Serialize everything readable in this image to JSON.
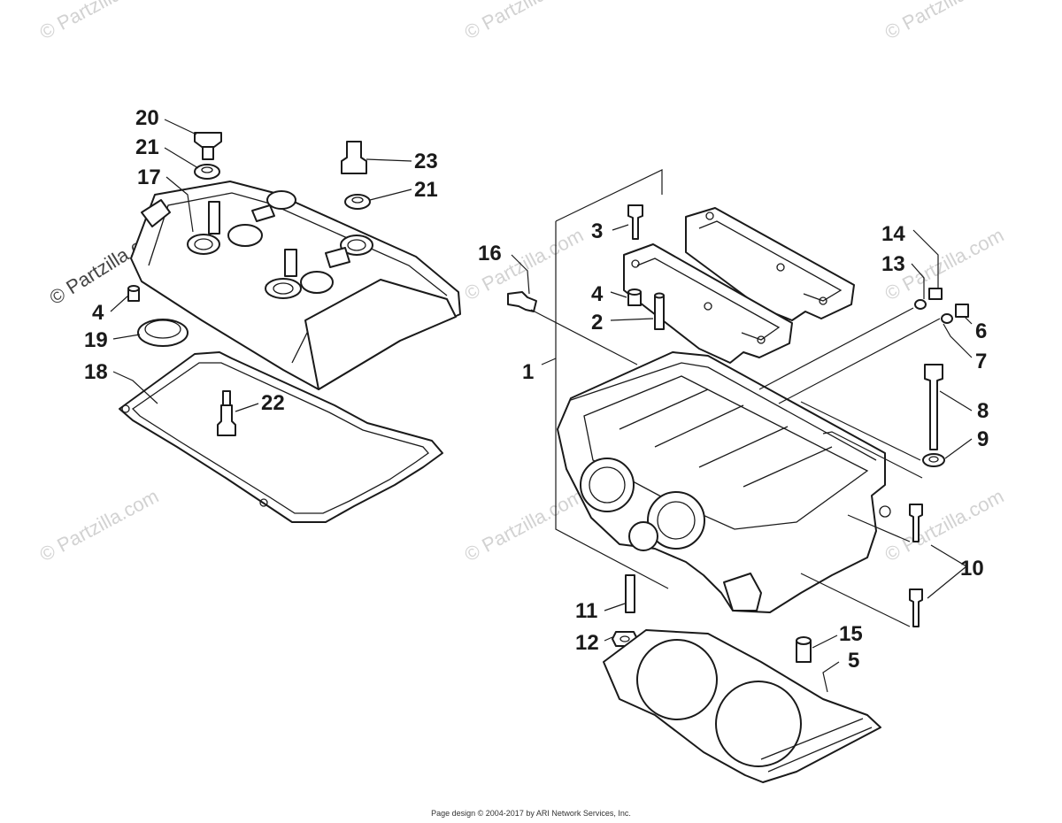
{
  "watermark": {
    "text": "© Partzilla.com",
    "color": "#d2d2d2"
  },
  "callouts": {
    "c1": "1",
    "c2": "2",
    "c3": "3",
    "c4a": "4",
    "c4b": "4",
    "c5": "5",
    "c6": "6",
    "c7": "7",
    "c8": "8",
    "c9": "9",
    "c10": "10",
    "c11": "11",
    "c12": "12",
    "c13": "13",
    "c14": "14",
    "c15": "15",
    "c16": "16",
    "c17": "17",
    "c18": "18",
    "c19": "19",
    "c20": "20",
    "c21a": "21",
    "c21b": "21",
    "c22": "22",
    "c23": "23"
  },
  "footer": {
    "text": "Page design © 2004-2017 by ARI Network Services, Inc."
  }
}
